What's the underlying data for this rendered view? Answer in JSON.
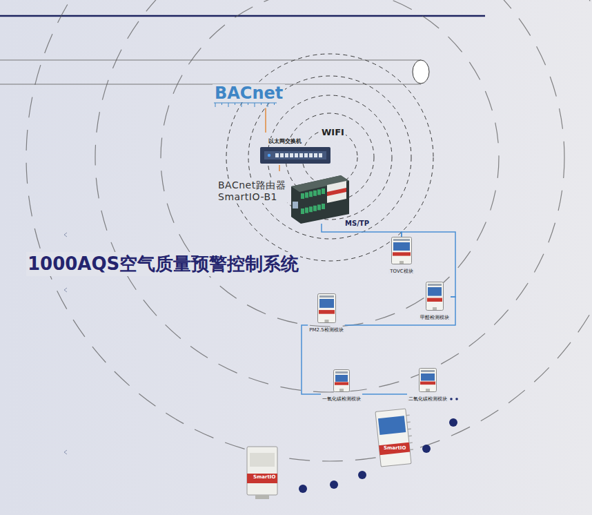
{
  "diagram": {
    "title": "1000AQS空气质量预警控制系统",
    "nodes": [
      {
        "text": [
          "BACnet"
        ]
      },
      {
        "text": [
          "以太网交换机"
        ]
      },
      {
        "text": [
          "BACnet路由器 SmartIO-B1"
        ]
      },
      {
        "text": [
          "TOVC模块"
        ]
      },
      {
        "text": [
          "甲醛检测模块"
        ]
      },
      {
        "text": [
          "PM2.5检测模块"
        ]
      },
      {
        "text": [
          "一氧化碳检测模块"
        ]
      },
      {
        "text": [
          "二氧化碳检测模块"
        ]
      }
    ],
    "edges": [
      {
        "from": 0,
        "to": 1,
        "arrow": "none"
      },
      {
        "from": 1,
        "to": 2,
        "arrow": "none"
      },
      {
        "from": 2,
        "to": 3,
        "label": "MS/TP",
        "arrow": "none"
      },
      {
        "from": 3,
        "to": 4,
        "arrow": "none"
      },
      {
        "from": 4,
        "to": 5,
        "arrow": "none"
      },
      {
        "from": 5,
        "to": 6,
        "arrow": "none"
      },
      {
        "from": 6,
        "to": 7,
        "arrow": "none"
      }
    ],
    "labels": [
      "WIFI",
      "SmartIO",
      "SmartIO"
    ]
  }
}
